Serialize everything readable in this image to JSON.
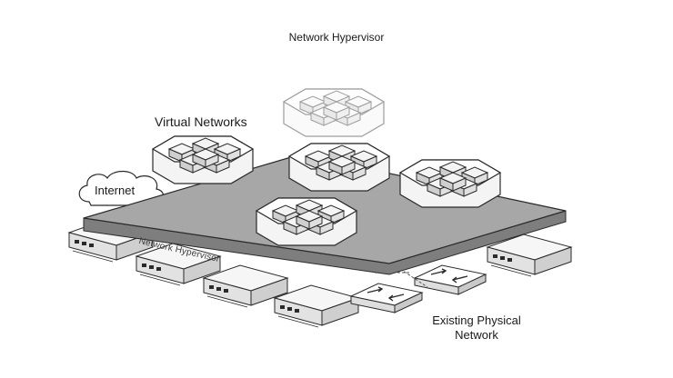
{
  "diagram": {
    "title": "Network Hypervisor",
    "virtual_networks_label": "Virtual Networks",
    "internet_label": "Internet",
    "platform_label": "Network Hypervisor",
    "physical_network_label": "Existing Physical Network"
  },
  "colors": {
    "platform_top": "#a7a7a7",
    "platform_side": "#7e7e7e",
    "outline": "#2a2a2a",
    "box_fill": "#efefef",
    "faded_outline": "#9a9a9a"
  },
  "icons": [
    "cloud-icon",
    "server-icon",
    "switch-icon",
    "virtual-network-icon"
  ]
}
